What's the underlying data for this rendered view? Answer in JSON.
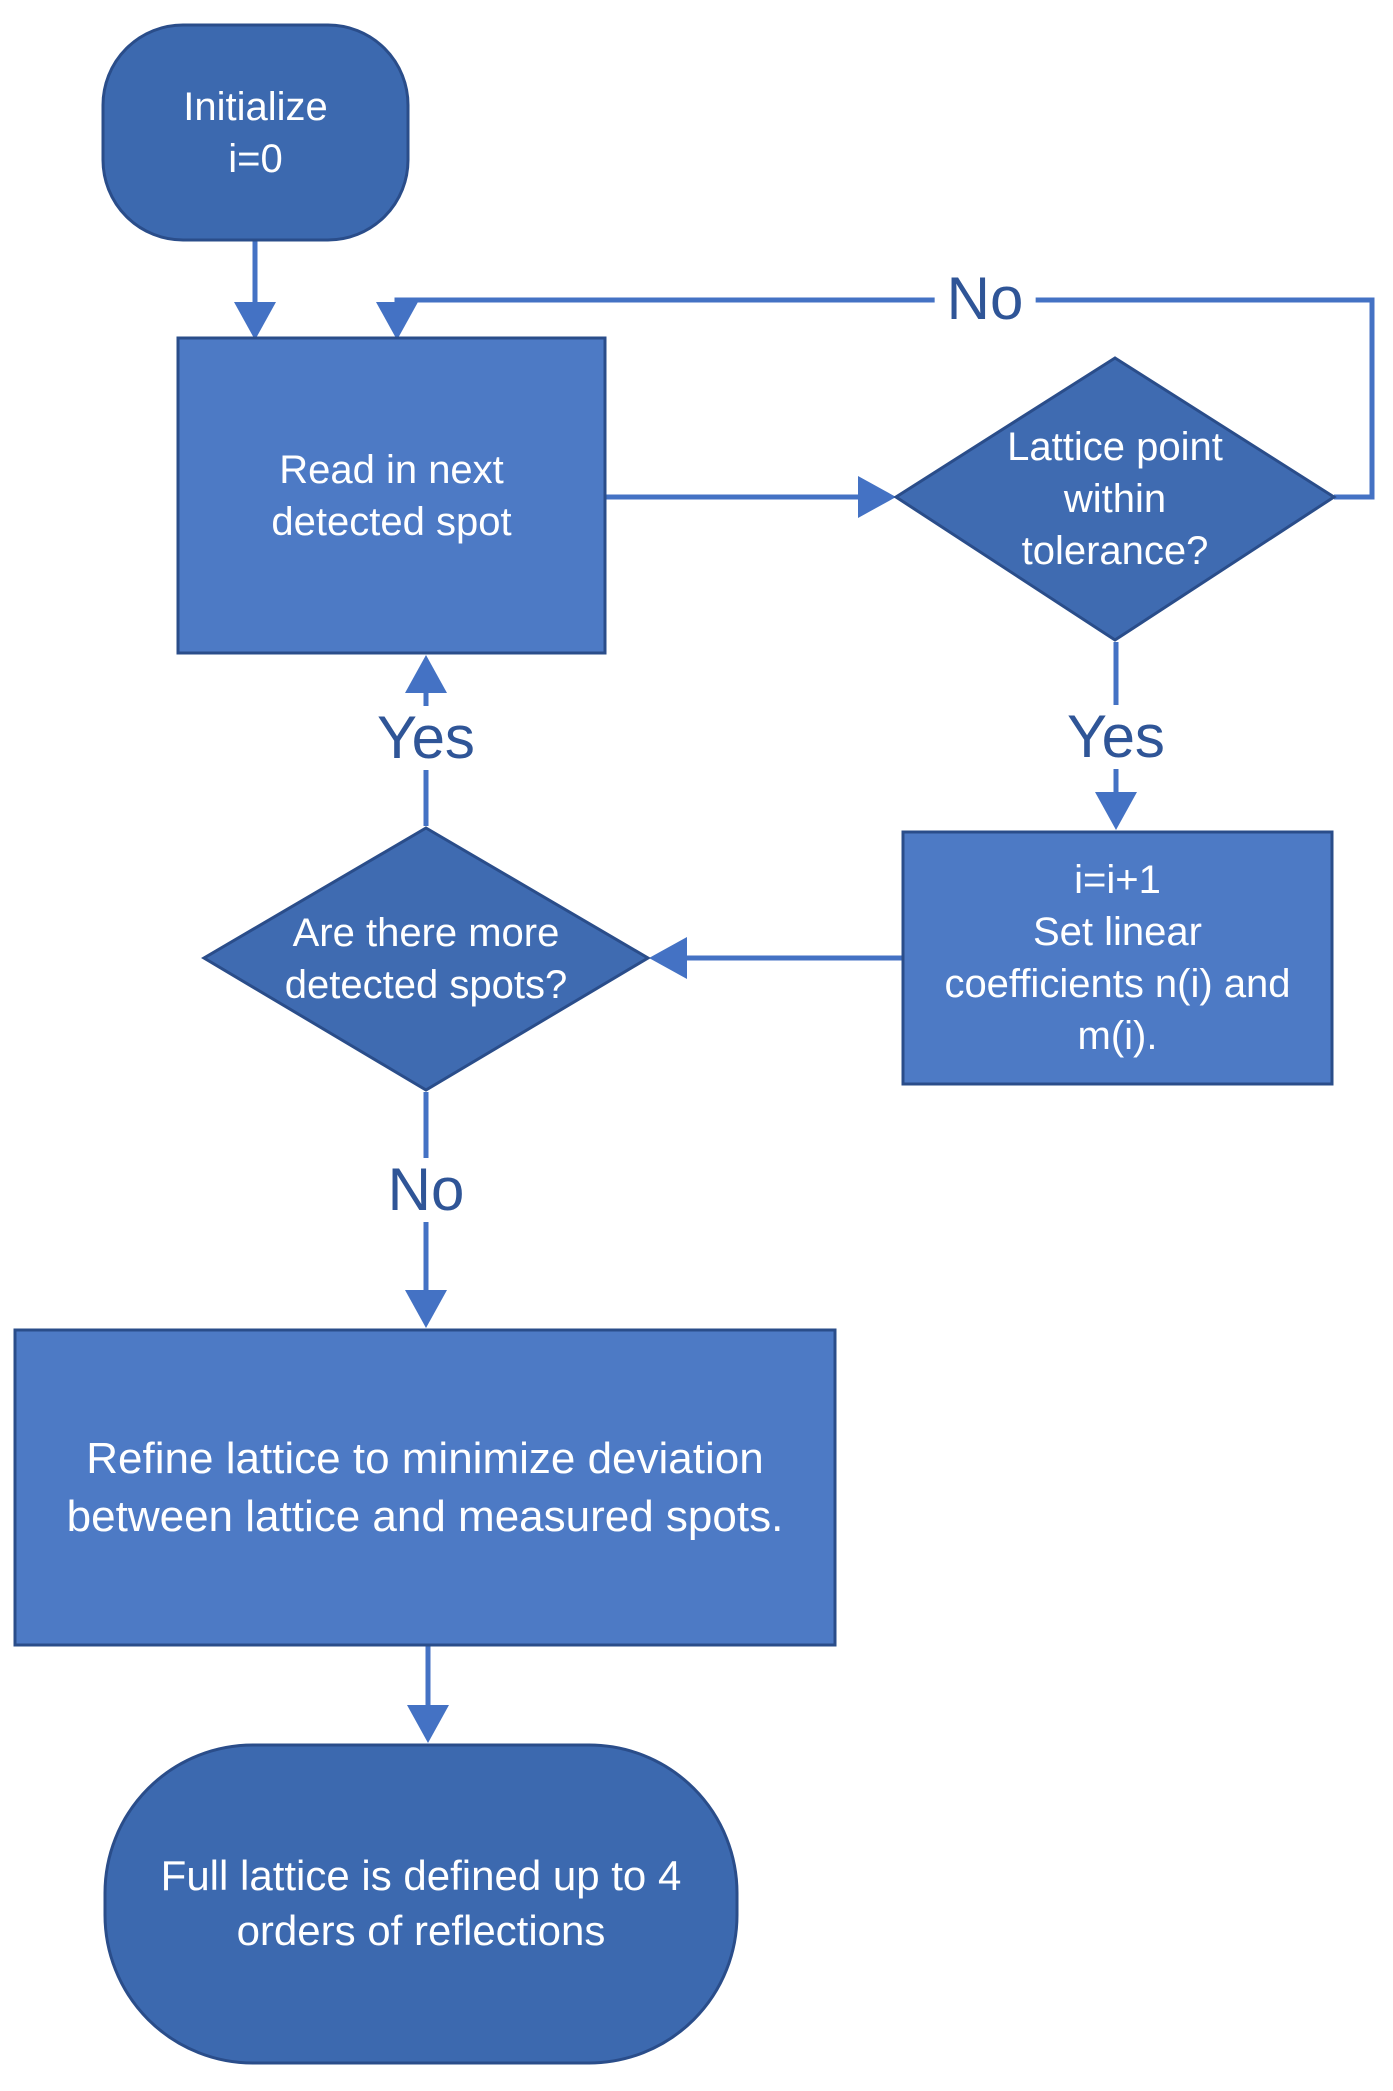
{
  "flowchart": {
    "colors": {
      "background": "#ffffff",
      "terminal_fill": "#3c69af",
      "process_fill": "#4d7ac5",
      "decision_fill": "#3f6bb1",
      "shape_border": "#2a4d8a",
      "connector": "#4472c4",
      "node_text": "#ffffff",
      "edge_label_text": "#2f5597"
    },
    "nodes": {
      "start": {
        "type": "terminal",
        "label": "Initialize\ni=0"
      },
      "read_spot": {
        "type": "process",
        "label": "Read in next\ndetected spot"
      },
      "tolerance_decision": {
        "type": "decision",
        "label": "Lattice point\nwithin\ntolerance?"
      },
      "increment": {
        "type": "process",
        "label": "i=i+1\nSet linear\ncoefficients n(i) and\nm(i)."
      },
      "more_spots_decision": {
        "type": "decision",
        "label": "Are there more\ndetected spots?"
      },
      "refine": {
        "type": "process",
        "label": "Refine lattice to minimize deviation\nbetween lattice and measured spots."
      },
      "end": {
        "type": "terminal",
        "label": "Full lattice is defined up to 4\norders of reflections"
      }
    },
    "edges": {
      "tolerance_no": {
        "label": "No"
      },
      "tolerance_yes": {
        "label": "Yes"
      },
      "more_spots_yes": {
        "label": "Yes"
      },
      "more_spots_no": {
        "label": "No"
      }
    }
  }
}
